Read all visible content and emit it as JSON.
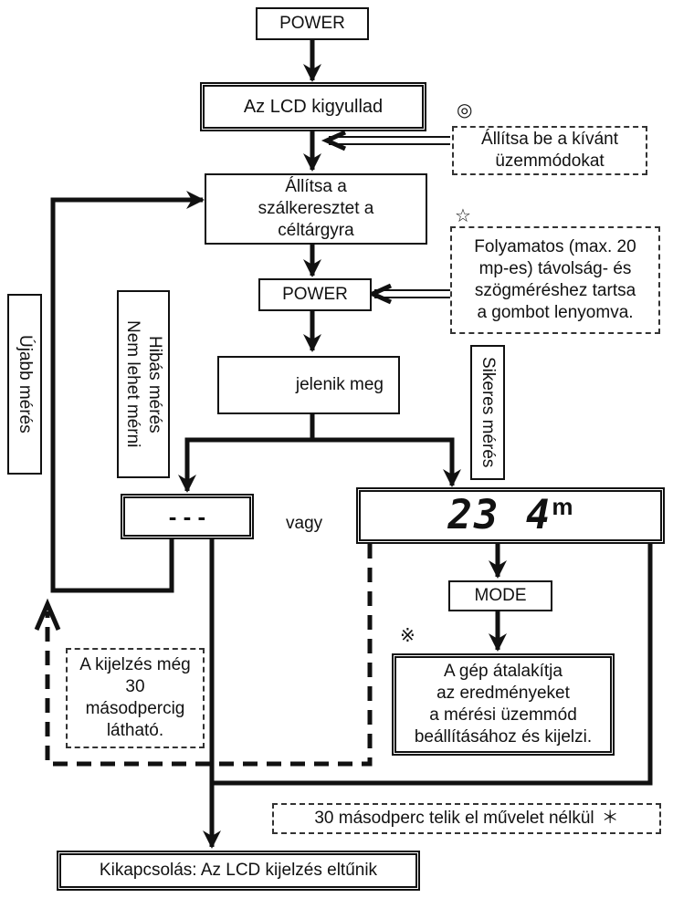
{
  "power_top": "POWER",
  "lcd_on": "Az LCD kigyullad",
  "mode_note": {
    "symbol": "◎",
    "lines": [
      "Állítsa be a kívánt",
      "üzemmódokat"
    ]
  },
  "aim": {
    "lines": [
      "Állítsa a",
      "szálkeresztet a",
      "céltárgyra"
    ]
  },
  "continuous_note": {
    "symbol": "☆",
    "lines": [
      "Folyamatos (max. 20",
      "mp-es) távolság- és",
      "szögméréshez tartsa",
      "a gombot lenyomva."
    ]
  },
  "power_mid": "POWER",
  "appears": "jelenik meg",
  "new_measure": "Újabb mérés",
  "error": {
    "lines": [
      "Hibás mérés",
      "Nem lehet mérni"
    ]
  },
  "success": "Sikeres mérés",
  "error_display": "- - -",
  "or_label": "vagy",
  "result_display": {
    "value": "23 4",
    "unit": "m"
  },
  "mode_button": "MODE",
  "convert": {
    "symbol": "※",
    "lines": [
      "A gép átalakítja",
      "az eredményeket",
      "a mérési üzemmód",
      "beállításához és kijelzi."
    ]
  },
  "display_note": {
    "lines": [
      "A kijelzés még",
      "30",
      "másodpercig",
      "látható."
    ]
  },
  "timeout": {
    "text": "30 másodperc telik el művelet nélkül",
    "symbol": "＊"
  },
  "power_off": "Kikapcsolás: Az LCD kijelzés eltűnik",
  "colors": {
    "line": "#111111",
    "dashed": "#333333",
    "background": "#ffffff"
  }
}
